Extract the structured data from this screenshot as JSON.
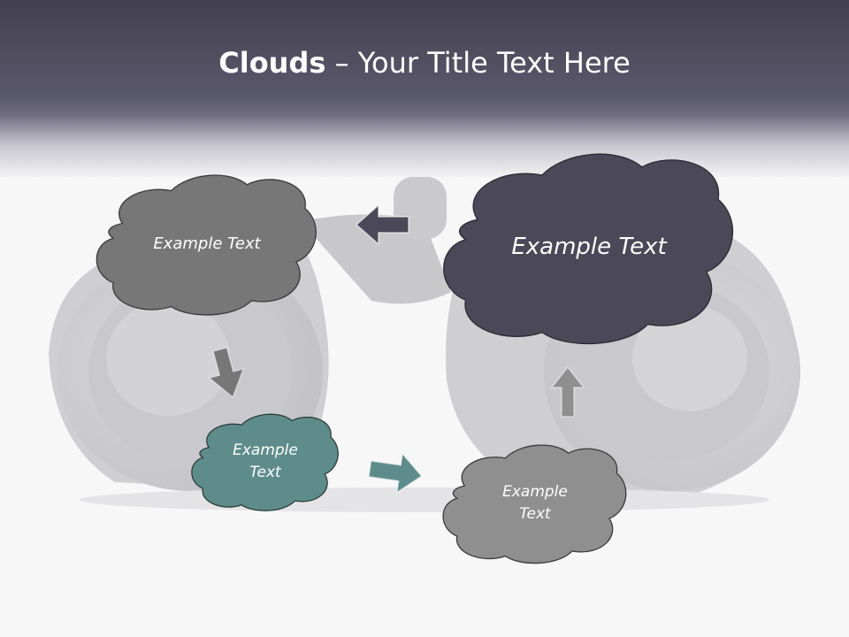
{
  "title": {
    "bold": "Clouds",
    "separator": " – ",
    "rest": "Your Title Text Here"
  },
  "clouds": {
    "top_left": {
      "label": "Example Text",
      "fill": "#777777"
    },
    "top_right": {
      "label": "Example Text",
      "fill": "#4b4858"
    },
    "bottom_left": {
      "label_line1": "Example",
      "label_line2": "Text",
      "fill": "#5e8c8b"
    },
    "bottom_right": {
      "label_line1": "Example",
      "label_line2": "Text",
      "fill": "#8f8f8f"
    }
  },
  "colors": {
    "header_dark": "#43404f",
    "arrow_dark": "#4b4858",
    "arrow_gray": "#777777",
    "arrow_teal": "#5e8c8b",
    "outline": "#333333"
  },
  "icons": [
    "binoculars-background",
    "arrow-left-icon",
    "arrow-down-icon",
    "arrow-right-icon",
    "arrow-up-icon"
  ]
}
